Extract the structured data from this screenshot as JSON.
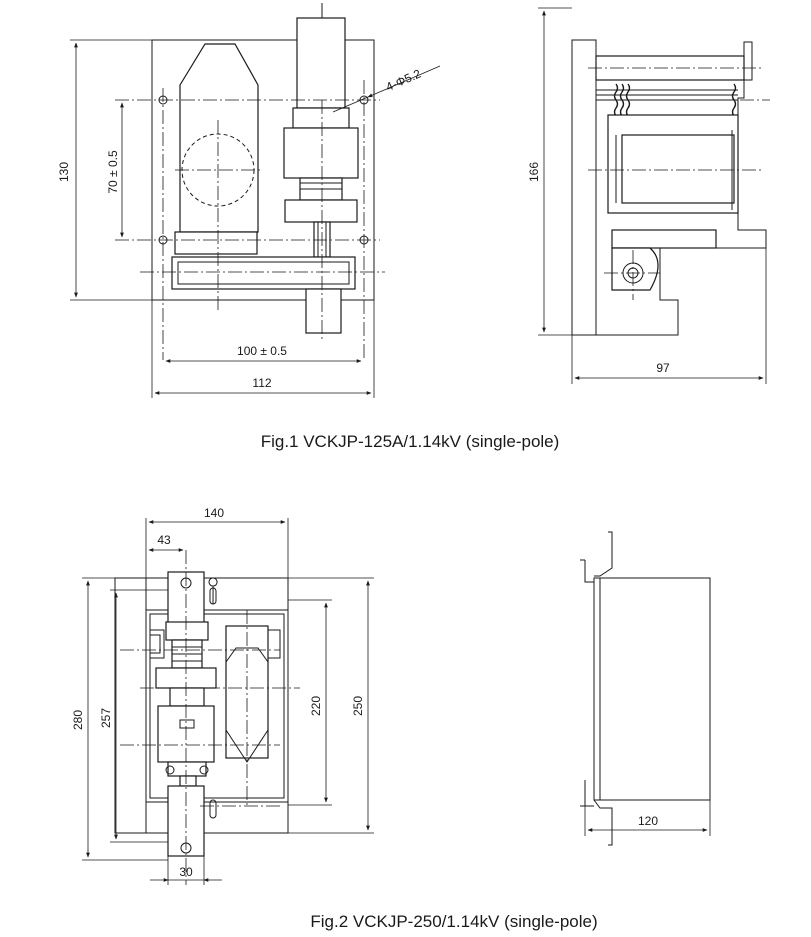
{
  "figure1": {
    "caption": "Fig.1 VCKJP-125A/1.14kV (single-pole)",
    "dims": {
      "height_total": "130",
      "hole_spacing_v": "70 ± 0.5",
      "hole_spacing_h": "100 ± 0.5",
      "width_total": "112",
      "holes": "4-Φ5.2",
      "side_height": "166",
      "side_depth": "97"
    }
  },
  "figure2": {
    "caption": "Fig.2 VCKJP-250/1.14kV (single-pole)",
    "dims": {
      "width_total": "140",
      "offset": "43",
      "height_total": "280",
      "height_inner": "257",
      "box_height": "220",
      "mount_height": "250",
      "terminal_width": "30",
      "side_depth": "120"
    }
  },
  "colors": {
    "line": "#1a1a1a",
    "fill_light": "#d8d8d8",
    "background": "#ffffff"
  }
}
